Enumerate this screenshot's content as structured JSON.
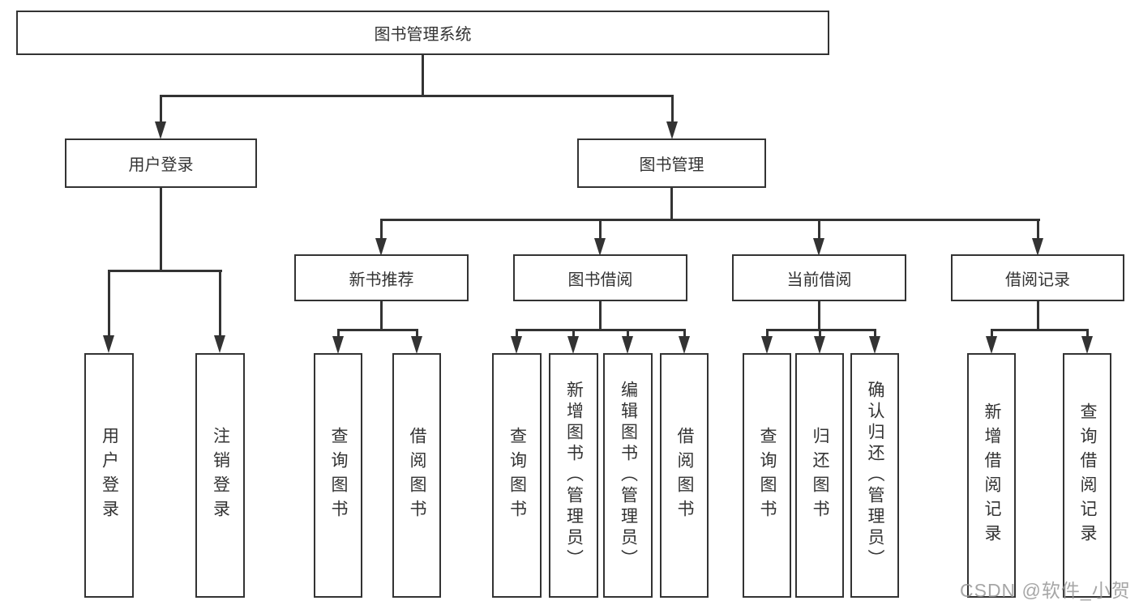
{
  "diagram": {
    "root": {
      "label": "图书管理系统"
    },
    "level2": [
      {
        "label": "用户登录"
      },
      {
        "label": "图书管理"
      }
    ],
    "level3": [
      {
        "label": "新书推荐"
      },
      {
        "label": "图书借阅"
      },
      {
        "label": "当前借阅"
      },
      {
        "label": "借阅记录"
      }
    ],
    "leaves": {
      "user_login": [
        {
          "label": "用户登录"
        },
        {
          "label": "注销登录"
        }
      ],
      "new_book": [
        {
          "label": "查询图书"
        },
        {
          "label": "借阅图书"
        }
      ],
      "borrow": [
        {
          "label": "查询图书"
        },
        {
          "label": "新增图书（管理员）"
        },
        {
          "label": "编辑图书（管理员）"
        },
        {
          "label": "借阅图书"
        }
      ],
      "current": [
        {
          "label": "查询图书"
        },
        {
          "label": "归还图书"
        },
        {
          "label": "确认归还（管理员）"
        }
      ],
      "records": [
        {
          "label": "新增借阅记录"
        },
        {
          "label": "查询借阅记录"
        }
      ]
    }
  },
  "watermark": {
    "text": "CSDN @软件_小贺同学"
  },
  "colors": {
    "line": "#333333",
    "text": "#333333",
    "watermark_gray": "#969696",
    "background": "#ffffff"
  }
}
